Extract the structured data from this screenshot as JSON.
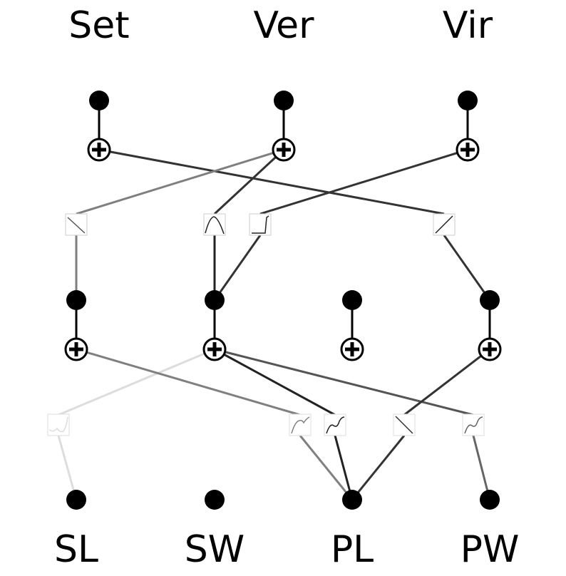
{
  "outputs": [
    {
      "id": "out-set",
      "label": "Set"
    },
    {
      "id": "out-ver",
      "label": "Ver"
    },
    {
      "id": "out-vir",
      "label": "Vir"
    }
  ],
  "inputs": [
    {
      "id": "in-sl",
      "label": "SL"
    },
    {
      "id": "in-sw",
      "label": "SW"
    },
    {
      "id": "in-pl",
      "label": "PL"
    },
    {
      "id": "in-pw",
      "label": "PW"
    }
  ],
  "hidden_nodes": [
    "h1",
    "h2",
    "h3",
    "h4"
  ],
  "activation_boxes": {
    "layer2": [
      {
        "id": "a2-1",
        "shape": "falling"
      },
      {
        "id": "a2-2",
        "shape": "bump"
      },
      {
        "id": "a2-3",
        "shape": "step"
      },
      {
        "id": "a2-4",
        "shape": "rising"
      }
    ],
    "layer1": [
      {
        "id": "a1-1",
        "shape": "wiggle"
      },
      {
        "id": "a1-2",
        "shape": "rising-curve"
      },
      {
        "id": "a1-3",
        "shape": "wiggle-up"
      },
      {
        "id": "a1-4",
        "shape": "falling"
      },
      {
        "id": "a1-5",
        "shape": "wiggle-up"
      }
    ]
  },
  "edge_colors": {
    "dark": "#222222",
    "mid": "#555555",
    "light": "#888888",
    "faint": "#dddddd"
  }
}
